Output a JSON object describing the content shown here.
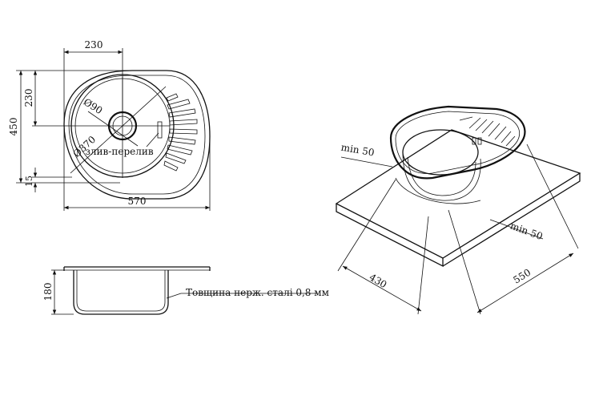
{
  "top_view": {
    "width_top_label": "230",
    "height_label": "450",
    "height_upper_label": "230",
    "diameter_drain_label": "Ø90",
    "diameter_bowl_label": "Ø370",
    "offset_label": "15",
    "overflow_label": "злив-перелив",
    "width_total_label": "570"
  },
  "side_view": {
    "depth_label": "180",
    "thickness_note": "Товщина нерж. сталі 0,8 мм"
  },
  "iso_view": {
    "min_left_label": "min 50",
    "min_right_label": "min 50",
    "depth_label": "430",
    "length_label": "550"
  }
}
